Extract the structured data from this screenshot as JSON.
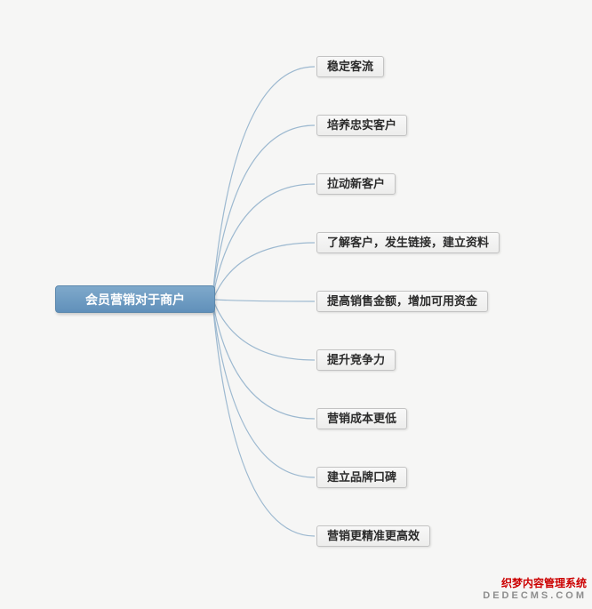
{
  "central": {
    "label": "会员营销对于商户"
  },
  "branches": [
    {
      "label": "稳定客流"
    },
    {
      "label": "培养忠实客户"
    },
    {
      "label": "拉动新客户"
    },
    {
      "label": "了解客户，发生链接，建立资料"
    },
    {
      "label": "提高销售金额，增加可用资金"
    },
    {
      "label": "提升竞争力"
    },
    {
      "label": "营销成本更低"
    },
    {
      "label": "建立品牌口碑"
    },
    {
      "label": "营销更精准更高效"
    }
  ],
  "watermark": {
    "line1": "织梦内容管理系统",
    "line2": "DEDECMS.COM"
  },
  "colors": {
    "central_bg": "#6f9cc4",
    "connector": "#9db9d0",
    "branch_bg": "#f2f2f1",
    "branch_border": "#c3c3c3",
    "watermark_red": "#cc0000"
  }
}
